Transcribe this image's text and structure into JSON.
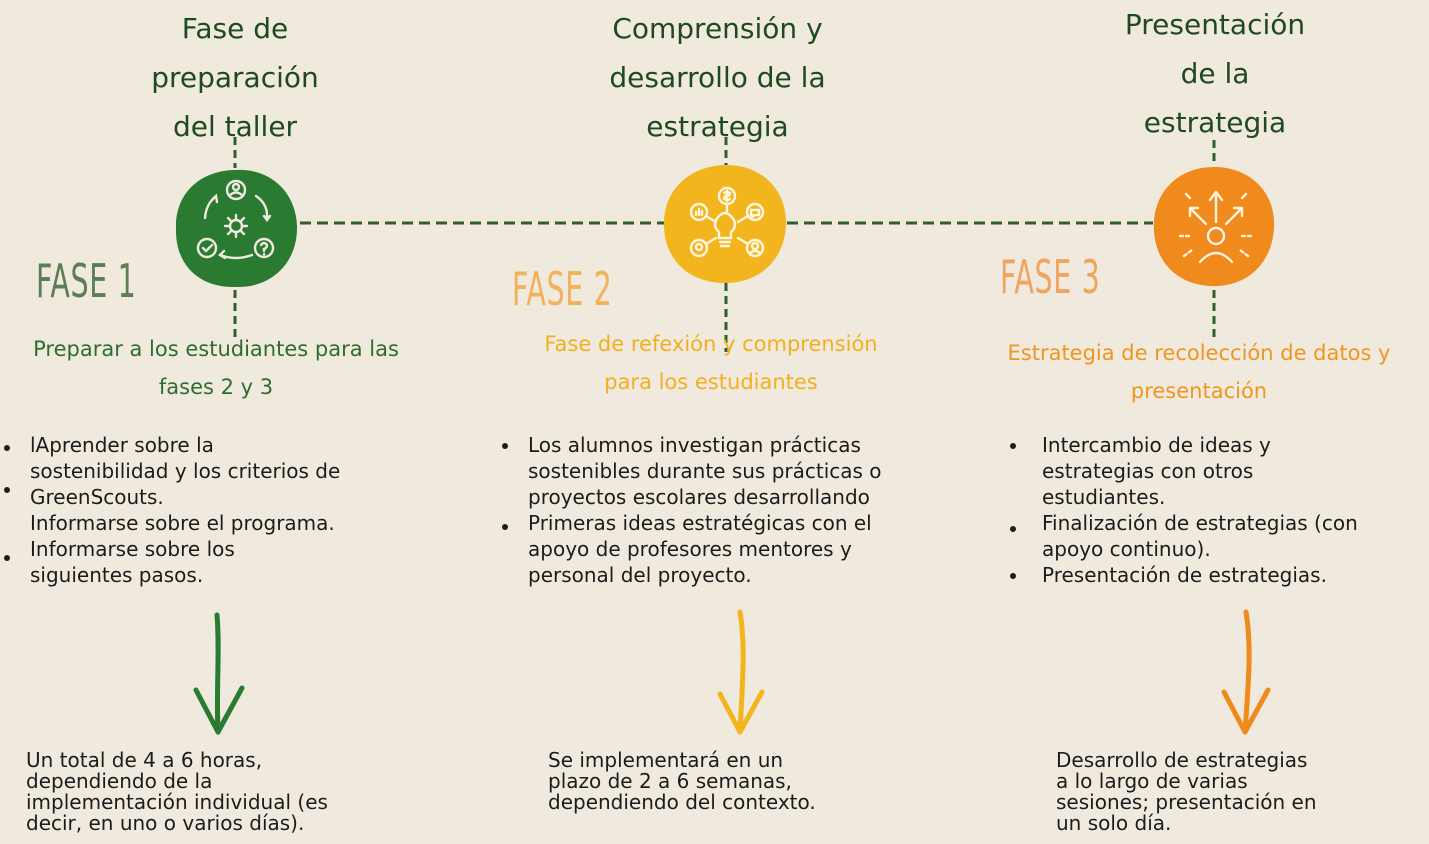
{
  "colors": {
    "background": "#f0e9de",
    "phase1": "#2a7a32",
    "phase2": "#f2b51d",
    "phase3": "#f08a1c",
    "connector": "#2f5f2c",
    "text_dark": "#1f4a20",
    "fase1_label": "#5c7e55",
    "fase2_label": "#f0b25a",
    "fase3_label": "#f0a55a",
    "subtitle1": "#2f6d2f",
    "subtitle2": "#f2b01e",
    "subtitle3": "#f0961e",
    "arrow1": "#2a7a32",
    "arrow2": "#f2b51d",
    "arrow3": "#f08a1c"
  },
  "phases": [
    {
      "heading": [
        "Fase de",
        "preparación",
        "del taller"
      ],
      "label": "FASE 1",
      "subtitle": [
        "Preparar a los estudiantes para las",
        "fases 2 y 3"
      ],
      "bullets": [
        "lAprender sobre la",
        "sostenibilidad y los criterios de",
        "GreenScouts.",
        "Informarse sobre el programa.",
        "Informarse sobre los",
        "siguientes pasos."
      ],
      "note": [
        "Un total de 4 a 6 horas,",
        "dependiendo de la",
        "implementación individual (es",
        "decir, en uno o varios días)."
      ],
      "icon": "cycle-people-gear-icon"
    },
    {
      "heading": [
        "Comprensión y",
        "desarrollo de la",
        "estrategia"
      ],
      "label": "FASE 2",
      "subtitle": [
        "Fase de refexión y comprensión",
        "para los estudiantes"
      ],
      "bullets": [
        "Los alumnos investigan prácticas",
        "sostenibles durante sus prácticas o",
        "proyectos escolares desarrollando",
        "Primeras ideas estratégicas con el",
        "apoyo de profesores mentores y",
        "personal del proyecto."
      ],
      "note": [
        "Se implementará en un",
        "plazo de 2 a 6 semanas,",
        "dependiendo del contexto."
      ],
      "icon": "lightbulb-ideas-icon"
    },
    {
      "heading": [
        "Presentación",
        "de la",
        "estrategia"
      ],
      "label": "FASE 3",
      "subtitle": [
        "Estrategia de recolección de datos y",
        "presentación"
      ],
      "bullets": [
        "Intercambio de ideas y",
        "estrategias con otros",
        "estudiantes.",
        "Finalización de estrategias (con",
        "apoyo continuo).",
        "Presentación de estrategias."
      ],
      "note": [
        "Desarrollo de estrategias",
        "a lo largo de varias",
        "sesiones; presentación en",
        "un solo día."
      ],
      "icon": "presenter-arrows-icon"
    }
  ]
}
